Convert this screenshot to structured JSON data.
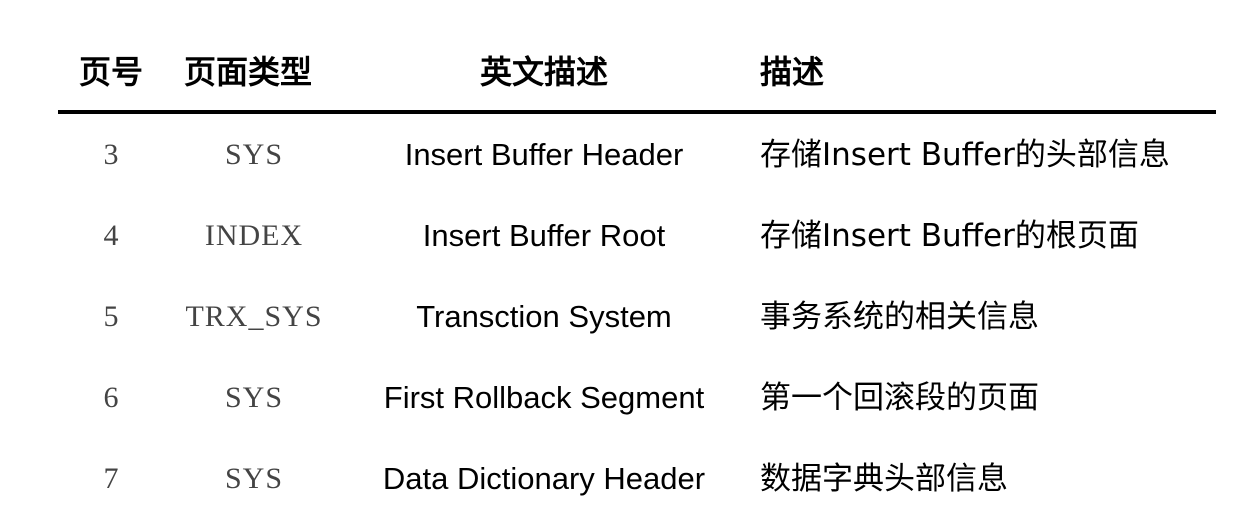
{
  "table": {
    "headers": {
      "page_no": "页号",
      "page_type": "页面类型",
      "english_desc": "英文描述",
      "desc": "描述"
    },
    "rows": [
      {
        "page_no": "3",
        "page_type": "SYS",
        "english_desc": "Insert Buffer Header",
        "desc": "存储Insert Buffer的头部信息"
      },
      {
        "page_no": "4",
        "page_type": "INDEX",
        "english_desc": "Insert Buffer Root",
        "desc": "存储Insert Buffer的根页面"
      },
      {
        "page_no": "5",
        "page_type": "TRX_SYS",
        "english_desc": "Transction System",
        "desc": "事务系统的相关信息"
      },
      {
        "page_no": "6",
        "page_type": "SYS",
        "english_desc": "First Rollback Segment",
        "desc": "第一个回滚段的页面"
      },
      {
        "page_no": "7",
        "page_type": "SYS",
        "english_desc": "Data Dictionary Header",
        "desc": "数据字典头部信息"
      }
    ]
  }
}
